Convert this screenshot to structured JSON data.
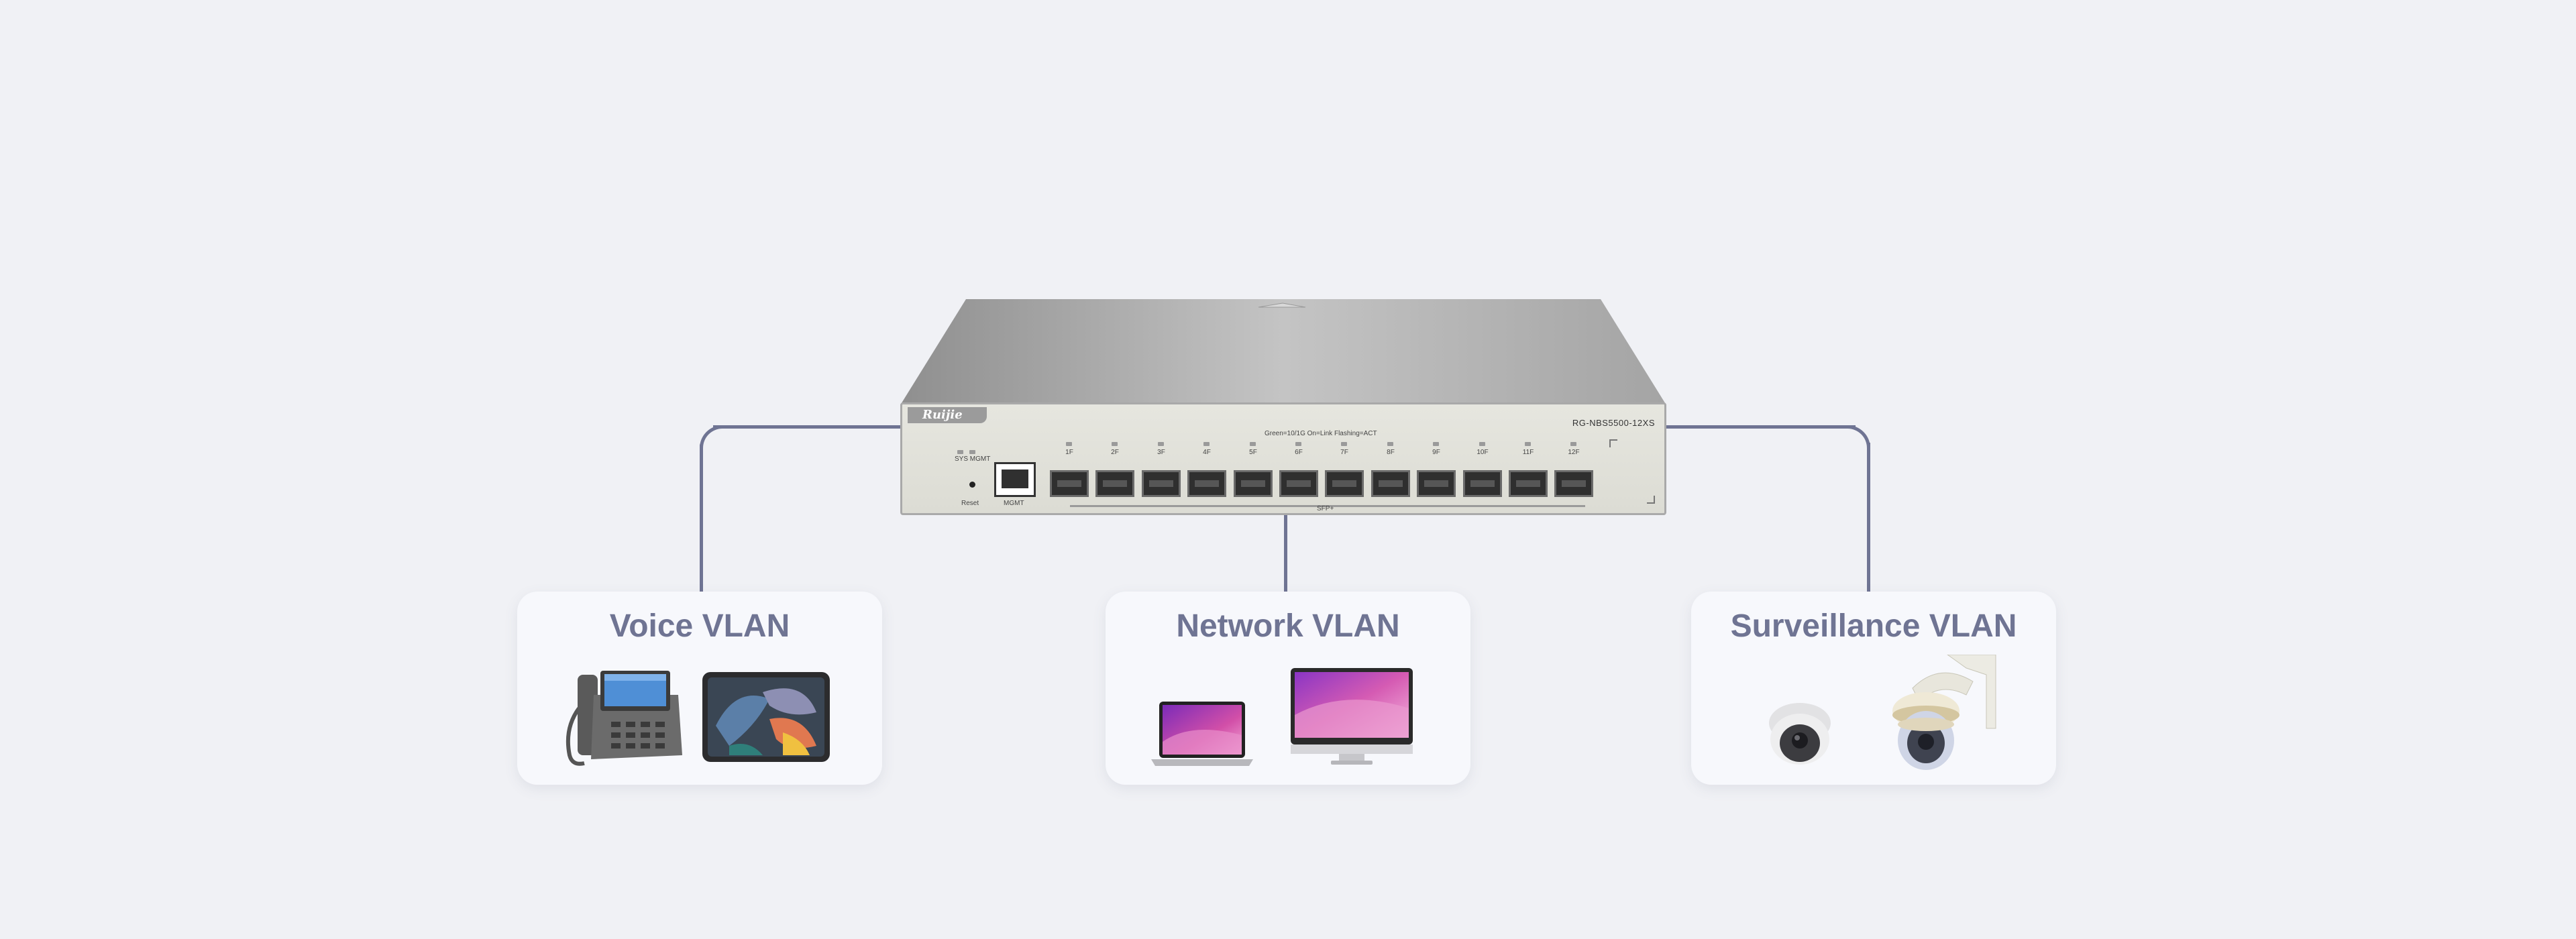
{
  "switch": {
    "brand": "Ruijie",
    "model": "RG-NBS5500-12XS",
    "led_legend": "Green=10/1G On=Link Flashing=ACT",
    "sys_mgmt_label": "SYS MGMT",
    "reset_label": "Reset",
    "mgmt_label": "MGMT",
    "sfp_label": "SFP+",
    "port_labels": [
      "1F",
      "2F",
      "3F",
      "4F",
      "5F",
      "6F",
      "7F",
      "8F",
      "9F",
      "10F",
      "11F",
      "12F"
    ]
  },
  "vlans": [
    {
      "title": "Voice VLAN",
      "devices": [
        "ip-phone-icon",
        "tablet-icon"
      ]
    },
    {
      "title": "Network VLAN",
      "devices": [
        "laptop-icon",
        "desktop-monitor-icon"
      ]
    },
    {
      "title": "Surveillance VLAN",
      "devices": [
        "dome-camera-icon",
        "ptz-camera-icon"
      ]
    }
  ],
  "colors": {
    "background": "#f0f1f5",
    "accent": "#6f7493",
    "card": "#f7f8fc"
  }
}
